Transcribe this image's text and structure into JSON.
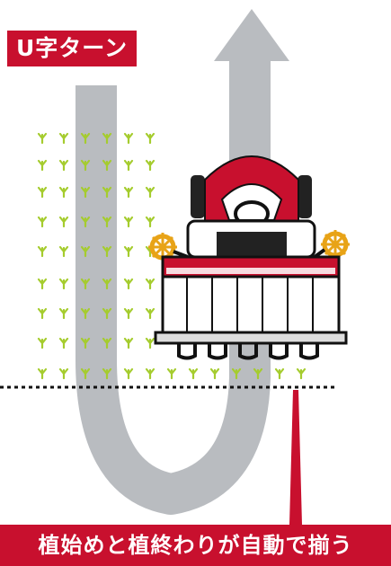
{
  "title": "U字ターン",
  "caption": "植始めと植終わりが自動で揃う",
  "colors": {
    "accent_red": "#c8102e",
    "path_gray": "#b9bcc0",
    "seedling_green": "#a5cc2e",
    "machine_red": "#c8102e",
    "wheel_gold": "#e8a317"
  },
  "icons": [
    "u-turn-arrow",
    "seedling",
    "rice-transplanter",
    "alignment-line"
  ]
}
